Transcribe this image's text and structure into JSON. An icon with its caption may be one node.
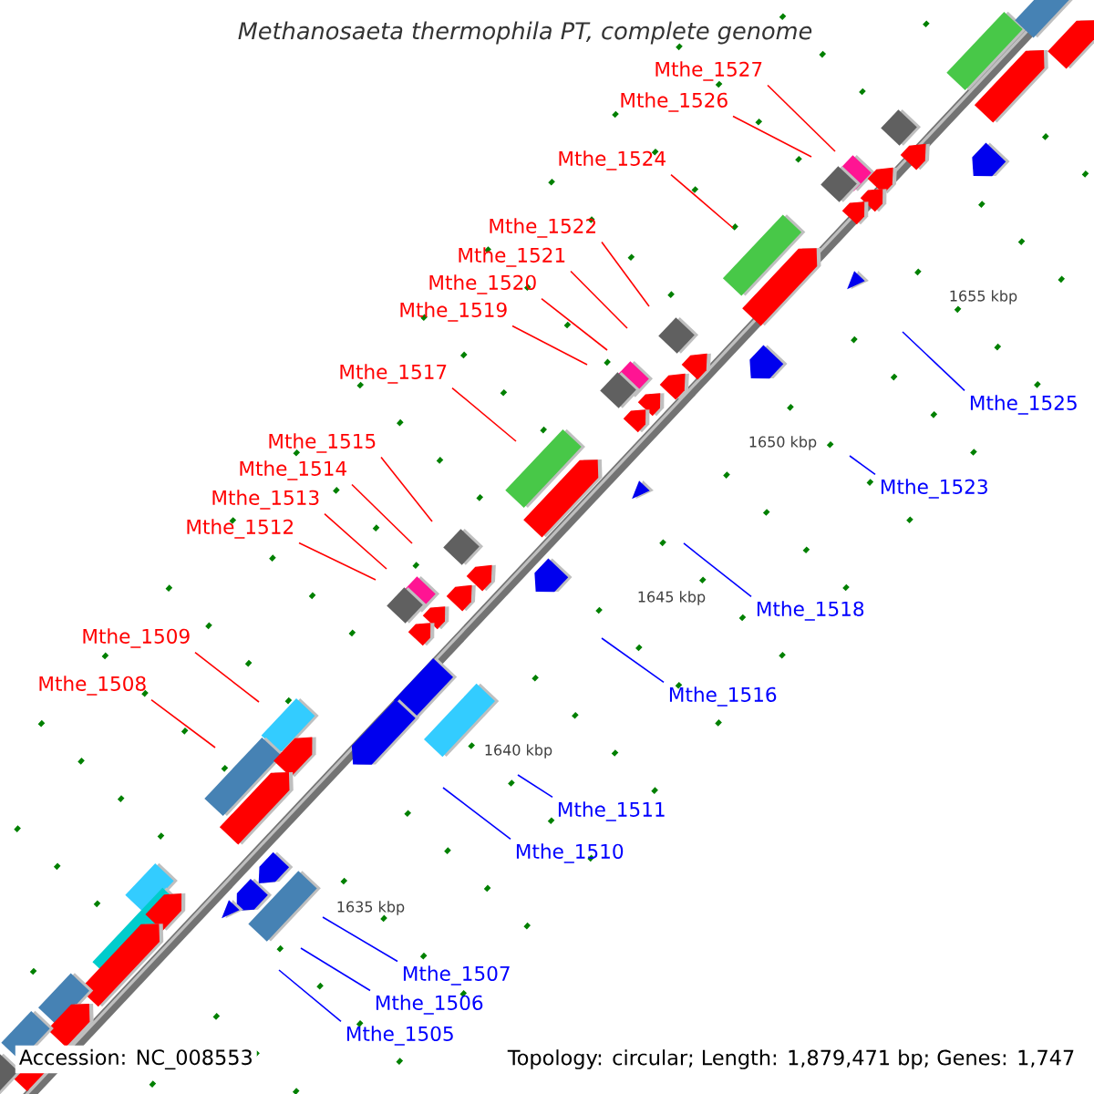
{
  "diagram": {
    "title": "Methanosaeta thermophila PT, complete genome",
    "nodes": [
      {
        "text": [
          "Mthe_1527"
        ]
      },
      {
        "text": [
          "Mthe_1526"
        ]
      },
      {
        "text": [
          "Mthe_1524"
        ]
      },
      {
        "text": [
          "Mthe_1522"
        ]
      },
      {
        "text": [
          "Mthe_1521"
        ]
      },
      {
        "text": [
          "Mthe_1520"
        ]
      },
      {
        "text": [
          "Mthe_1519"
        ]
      },
      {
        "text": [
          "Mthe_1517"
        ]
      },
      {
        "text": [
          "Mthe_1515"
        ]
      },
      {
        "text": [
          "Mthe_1514"
        ]
      },
      {
        "text": [
          "Mthe_1513"
        ]
      },
      {
        "text": [
          "Mthe_1512"
        ]
      },
      {
        "text": [
          "Mthe_1509"
        ]
      },
      {
        "text": [
          "Mthe_1508"
        ]
      },
      {
        "text": [
          "Mthe_1525"
        ]
      },
      {
        "text": [
          "Mthe_1523"
        ]
      },
      {
        "text": [
          "Mthe_1518"
        ]
      },
      {
        "text": [
          "Mthe_1516"
        ]
      },
      {
        "text": [
          "Mthe_1511"
        ]
      },
      {
        "text": [
          "Mthe_1510"
        ]
      },
      {
        "text": [
          "Mthe_1507"
        ]
      },
      {
        "text": [
          "Mthe_1506"
        ]
      },
      {
        "text": [
          "Mthe_1505"
        ]
      }
    ],
    "edges": [
      {
        "from": 0,
        "to": null,
        "arrow": "none"
      },
      {
        "from": 1,
        "to": null,
        "arrow": "none"
      },
      {
        "from": 2,
        "to": null,
        "arrow": "none"
      },
      {
        "from": 3,
        "to": null,
        "arrow": "none"
      },
      {
        "from": 4,
        "to": null,
        "arrow": "none"
      },
      {
        "from": 5,
        "to": null,
        "arrow": "none"
      },
      {
        "from": 6,
        "to": null,
        "arrow": "none"
      },
      {
        "from": 7,
        "to": null,
        "arrow": "none"
      },
      {
        "from": 8,
        "to": null,
        "arrow": "none"
      },
      {
        "from": 9,
        "to": null,
        "arrow": "none"
      },
      {
        "from": 10,
        "to": null,
        "arrow": "none"
      },
      {
        "from": 11,
        "to": null,
        "arrow": "none"
      },
      {
        "from": 12,
        "to": null,
        "arrow": "none"
      },
      {
        "from": 13,
        "to": null,
        "arrow": "none"
      },
      {
        "from": 14,
        "to": null,
        "arrow": "none",
        "color": "#0000ff"
      },
      {
        "from": 15,
        "to": null,
        "arrow": "none",
        "color": "#0000ff"
      },
      {
        "from": 16,
        "to": null,
        "arrow": "none",
        "color": "#0000ff"
      },
      {
        "from": 17,
        "to": null,
        "arrow": "none",
        "color": "#0000ff"
      },
      {
        "from": 18,
        "to": null,
        "arrow": "none",
        "color": "#0000ff"
      },
      {
        "from": 19,
        "to": null,
        "arrow": "none",
        "color": "#0000ff"
      },
      {
        "from": 20,
        "to": null,
        "arrow": "none",
        "color": "#0000ff"
      },
      {
        "from": 21,
        "to": null,
        "arrow": "none",
        "color": "#0000ff"
      },
      {
        "from": 22,
        "to": null,
        "arrow": "none",
        "color": "#0000ff"
      }
    ],
    "labels": [
      "1655 kbp",
      "1650 kbp",
      "1645 kbp",
      "1640 kbp",
      "1635 kbp",
      "Accession: NC_008553",
      "Topology: circular; Length: 1,879,471 bp; Genes: 1,747"
    ]
  }
}
